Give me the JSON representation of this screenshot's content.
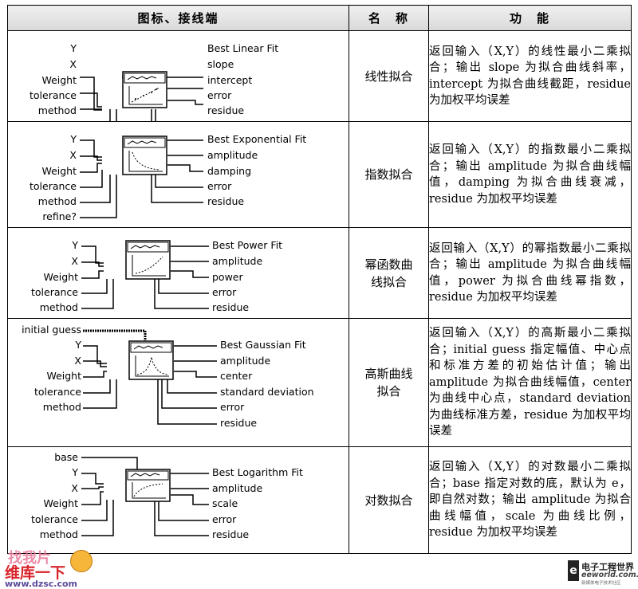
{
  "header": {
    "col1": "图标、接线端",
    "col2": "名　称",
    "col3": "功　能"
  },
  "rows": [
    {
      "inputs": [
        "Y",
        "X",
        "Weight",
        "tolerance",
        "method"
      ],
      "outputs": [
        "Best Linear Fit",
        "slope",
        "intercept",
        "error",
        "residue"
      ],
      "name": "线性拟合",
      "desc": "返回输入（X,Y）的线性最小二乘拟合；输出 slope 为拟合曲线斜率，intercept 为拟合曲线截距，residue 为加权平均误差"
    },
    {
      "inputs": [
        "Y",
        "X",
        "Weight",
        "tolerance",
        "method",
        "refine?"
      ],
      "outputs": [
        "Best Exponential Fit",
        "amplitude",
        "damping",
        "error",
        "residue"
      ],
      "name": "指数拟合",
      "desc": "返回输入（X,Y）的指数最小二乘拟合；输出 amplitude 为拟合曲线幅值，damping 为拟合曲线衰减，residue 为加权平均误差"
    },
    {
      "inputs": [
        "Y",
        "X",
        "Weight",
        "tolerance",
        "method"
      ],
      "outputs": [
        "Best Power Fit",
        "amplitude",
        "power",
        "error",
        "residue"
      ],
      "name": "幂函数曲线拟合",
      "desc": "返回输入（X,Y）的幂指数最小二乘拟合；输出 amplitude 为拟合曲线幅值，power 为拟合曲线幂指数，residue 为加权平均误差"
    },
    {
      "inputs": [
        "initial guess",
        "Y",
        "X",
        "Weight",
        "tolerance",
        "method"
      ],
      "outputs": [
        "Best Gaussian Fit",
        "amplitude",
        "center",
        "standard deviation",
        "error",
        "residue"
      ],
      "name": "高斯曲线拟合",
      "desc": "返回输入（X,Y）的高斯最小二乘拟合；initial guess 指定幅值、中心点和标准方差的初始估计值；输出 amplitude 为拟合曲线幅值，center 为曲线中心点，standard deviation 为曲线标准方差，residue 为加权平均误差"
    },
    {
      "inputs": [
        "base",
        "Y",
        "X",
        "Weight",
        "tolerance",
        "method"
      ],
      "outputs": [
        "Best Logarithm Fit",
        "amplitude",
        "scale",
        "error",
        "residue"
      ],
      "name": "对数拟合",
      "desc": "返回输入（X,Y）的对数最小二乘拟合；base 指定对数的底，默认为 e，即自然对数；输出 amplitude 为拟合曲线幅值，scale 为曲线比例，residue 为加权平均误差"
    }
  ],
  "watermark_left": {
    "line1": "找我片",
    "line2": "维库一下",
    "line3": "www.dzsc.com"
  },
  "watermark_right": {
    "logo": "e",
    "line1": "电子工程世界",
    "line2": "eeworld.com.cn",
    "line3": "新媒体电子技术社区"
  }
}
